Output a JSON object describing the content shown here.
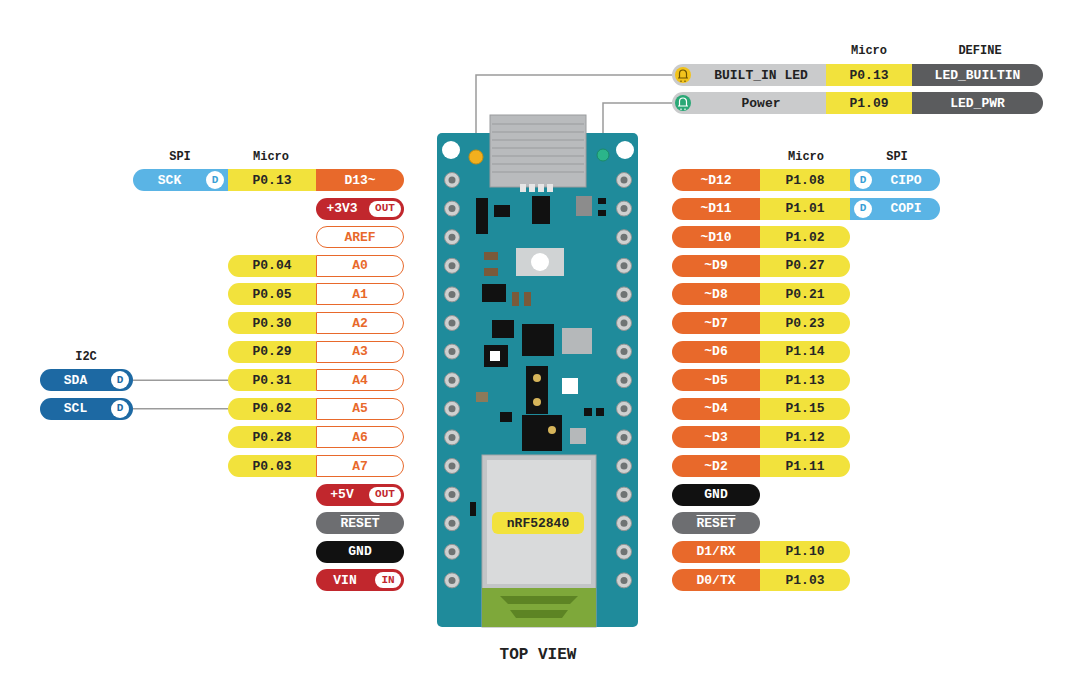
{
  "diagram": {
    "nodes": [
      {
        "text": [
          "BUILT_IN LED"
        ]
      },
      {
        "text": [
          "P0.13"
        ]
      },
      {
        "text": [
          "LED_BUILTIN"
        ]
      },
      {
        "text": [
          "Power"
        ]
      },
      {
        "text": [
          "P1.09"
        ]
      },
      {
        "text": [
          "LED_PWR"
        ]
      },
      {
        "text": [
          "SCK"
        ]
      },
      {
        "text": [
          "D"
        ],
        "in": 6
      },
      {
        "text": [
          "P0.13"
        ]
      },
      {
        "text": [
          "D13~"
        ]
      },
      {
        "text": [
          "~D12"
        ]
      },
      {
        "text": [
          "P1.08"
        ]
      },
      {
        "text": [
          "CIPO"
        ]
      },
      {
        "text": [
          "D"
        ],
        "in": 12
      },
      {
        "text": [
          "+3V3"
        ]
      },
      {
        "text": [
          "OUT"
        ],
        "in": 14
      },
      {
        "text": [
          "~D11"
        ]
      },
      {
        "text": [
          "P1.01"
        ]
      },
      {
        "text": [
          "COPI"
        ]
      },
      {
        "text": [
          "D"
        ],
        "in": 18
      },
      {
        "text": [
          "AREF"
        ]
      },
      {
        "text": [
          "~D10"
        ]
      },
      {
        "text": [
          "P1.02"
        ]
      },
      {
        "text": [
          "P0.04"
        ]
      },
      {
        "text": [
          "A0"
        ]
      },
      {
        "text": [
          "~D9"
        ]
      },
      {
        "text": [
          "P0.27"
        ]
      },
      {
        "text": [
          "P0.05"
        ]
      },
      {
        "text": [
          "A1"
        ]
      },
      {
        "text": [
          "~D8"
        ]
      },
      {
        "text": [
          "P0.21"
        ]
      },
      {
        "text": [
          "P0.30"
        ]
      },
      {
        "text": [
          "A2"
        ]
      },
      {
        "text": [
          "~D7"
        ]
      },
      {
        "text": [
          "P0.23"
        ]
      },
      {
        "text": [
          "P0.29"
        ]
      },
      {
        "text": [
          "A3"
        ]
      },
      {
        "text": [
          "~D6"
        ]
      },
      {
        "text": [
          "P1.14"
        ]
      },
      {
        "text": [
          "SDA"
        ]
      },
      {
        "text": [
          "D"
        ],
        "in": 39
      },
      {
        "text": [
          "P0.31"
        ]
      },
      {
        "text": [
          "A4"
        ]
      },
      {
        "text": [
          "~D5"
        ]
      },
      {
        "text": [
          "P1.13"
        ]
      },
      {
        "text": [
          "SCL"
        ]
      },
      {
        "text": [
          "D"
        ],
        "in": 45
      },
      {
        "text": [
          "P0.02"
        ]
      },
      {
        "text": [
          "A5"
        ]
      },
      {
        "text": [
          "~D4"
        ]
      },
      {
        "text": [
          "P1.15"
        ]
      },
      {
        "text": [
          "P0.28"
        ]
      },
      {
        "text": [
          "A6"
        ]
      },
      {
        "text": [
          "~D3"
        ]
      },
      {
        "text": [
          "P1.12"
        ]
      },
      {
        "text": [
          "P0.03"
        ]
      },
      {
        "text": [
          "A7"
        ]
      },
      {
        "text": [
          "~D2"
        ]
      },
      {
        "text": [
          "P1.11"
        ]
      },
      {
        "text": [
          "+5V"
        ]
      },
      {
        "text": [
          "OUT"
        ],
        "in": 59
      },
      {
        "text": [
          "GND"
        ]
      },
      {
        "text": [
          "RESET"
        ]
      },
      {
        "text": [
          "nRF52840"
        ]
      },
      {
        "text": [
          "RESET"
        ]
      },
      {
        "text": [
          "GND"
        ]
      },
      {
        "text": [
          "D1/RX"
        ]
      },
      {
        "text": [
          "P1.10"
        ]
      },
      {
        "text": [
          "VIN"
        ]
      },
      {
        "text": [
          "IN"
        ],
        "in": 68
      },
      {
        "text": [
          "D0/TX"
        ]
      },
      {
        "text": [
          "P1.03"
        ]
      }
    ],
    "edges": [
      {
        "from": 39,
        "to": 41,
        "arrow": "none"
      },
      {
        "from": 45,
        "to": 47,
        "arrow": "none"
      }
    ],
    "labels": [
      "Micro",
      "DEFINE",
      "SPI",
      "Micro",
      "Micro",
      "SPI",
      "I2C",
      "TOP VIEW"
    ]
  }
}
